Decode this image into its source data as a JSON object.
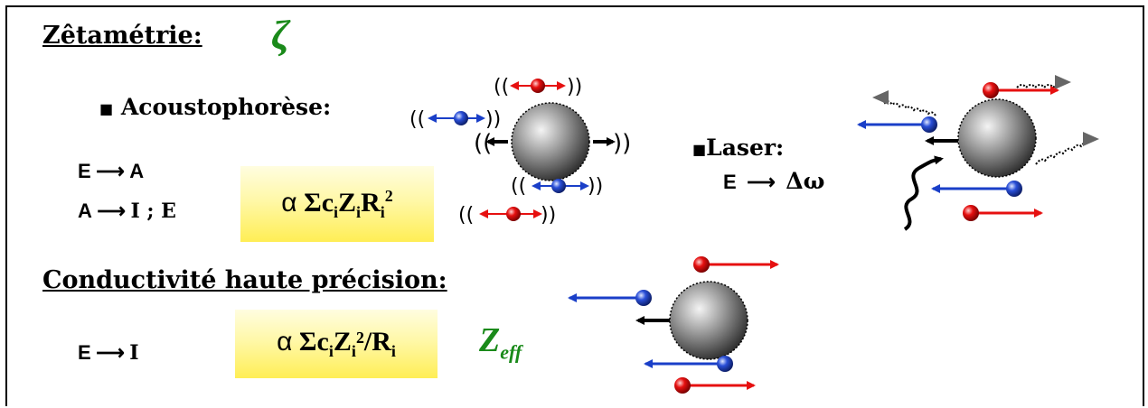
{
  "title": {
    "label": "Zêtamétrie:",
    "symbol": "ζ"
  },
  "acousto": {
    "label": "Acoustophorèse:",
    "bullet": "■",
    "eq1_left": "E",
    "eq1_right": "A",
    "eq2_left": "A",
    "eq2_right": "I ; E",
    "formula_alpha": "α",
    "formula_main": "Σc",
    "formula_i1": "i",
    "formula_z": "Z",
    "formula_i2": "i",
    "formula_r": "R",
    "formula_i3": "i",
    "formula_sup": "2"
  },
  "laser": {
    "bullet": "■",
    "label": "Laser:",
    "eq_left": "E",
    "eq_right": "Δω"
  },
  "conduct": {
    "label": "Conductivité haute précision:",
    "eq_left": "E",
    "eq_right": "I",
    "formula_alpha": "α",
    "formula_sum": "Σc",
    "formula_i1": "i",
    "formula_z": "Z",
    "formula_i2": "i",
    "formula_sq": "²/R",
    "formula_i3": "i",
    "zeff_main": "Z",
    "zeff_sub": "eff"
  },
  "colors": {
    "positive_ion": "#e61010",
    "negative_ion": "#1a3fc8",
    "accent_green": "#1a8a1a",
    "box_yellow": "#fff176",
    "particle": "#888888",
    "photon": "#666666"
  }
}
